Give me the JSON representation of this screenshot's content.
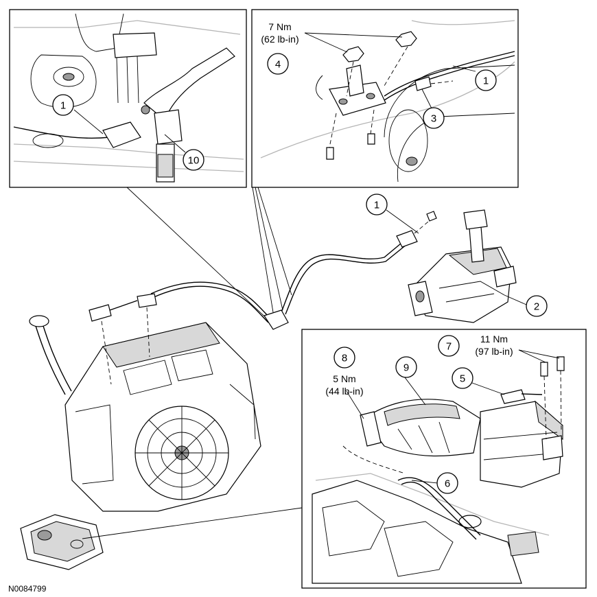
{
  "figure_id": "N0084799",
  "torque_specs": {
    "spec_top": {
      "nm": "7 Nm",
      "lbin": "(62 lb-in)"
    },
    "spec_eight": {
      "nm": "5 Nm",
      "lbin": "(44 lb-in)"
    },
    "spec_seven": {
      "nm": "11 Nm",
      "lbin": "(97 lb-in)"
    }
  },
  "callouts": {
    "inset_a_cable": "1",
    "inset_a_bushing": "10",
    "inset_b_nut": "4",
    "inset_b_cable": "1",
    "inset_b_clip": "3",
    "main_cable": "1",
    "shifter": "2",
    "bolt_eight": "8",
    "duct": "9",
    "bolt_seven": "7",
    "sensor": "5",
    "hose": "6"
  }
}
